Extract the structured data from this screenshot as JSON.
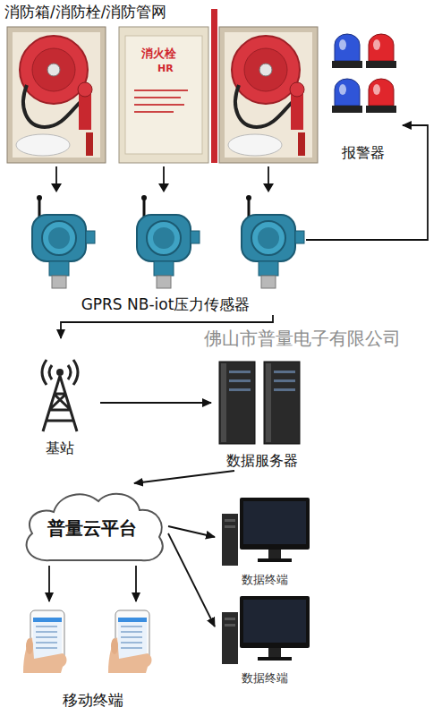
{
  "diagram": {
    "title": "消防箱/消防栓/消防管网",
    "nodes": [
      {
        "text": [
          "报警器"
        ]
      },
      {
        "text": [
          "GPRS NB-iot压力传感器"
        ]
      },
      {
        "text": [
          "基站"
        ]
      },
      {
        "text": [
          "数据服务器"
        ]
      },
      {
        "text": [
          "普量云平台"
        ]
      },
      {
        "text": [
          "数据终端"
        ]
      },
      {
        "text": [
          "数据终端"
        ]
      },
      {
        "text": [
          "移动终端"
        ]
      }
    ],
    "edges": [
      {
        "from": 1,
        "to": 0,
        "arrow": "to"
      },
      {
        "from": 1,
        "to": 2,
        "arrow": "to"
      },
      {
        "from": 2,
        "to": 3,
        "arrow": "to"
      },
      {
        "from": 3,
        "to": 4,
        "arrow": "to"
      },
      {
        "from": 4,
        "to": 5,
        "arrow": "to"
      },
      {
        "from": 4,
        "to": 6,
        "arrow": "to"
      },
      {
        "from": 4,
        "to": 7,
        "arrow": "to"
      },
      {
        "from": 4,
        "to": 7,
        "arrow": "to"
      }
    ],
    "labels": [
      "佛山市普量电子有限公司",
      "消火栓",
      "HR"
    ]
  }
}
